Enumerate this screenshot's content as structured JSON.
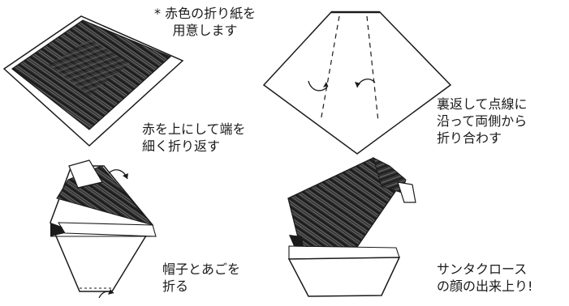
{
  "captions": {
    "prep": [
      "* 赤色の折り紙を",
      "用意します"
    ],
    "step1": [
      "赤を上にして端を",
      "細く折り返す"
    ],
    "step2": [
      "裏返して点線に",
      "沿って両側から",
      "折り合わす"
    ],
    "step3": [
      "帽子とあごを",
      "折る"
    ],
    "step4": [
      "サンタクロース",
      "の顔の出来上り!"
    ]
  },
  "colors": {
    "ink": "#1a1a1a",
    "red_shade": "#3a3a3a",
    "paper": "#ffffff"
  }
}
